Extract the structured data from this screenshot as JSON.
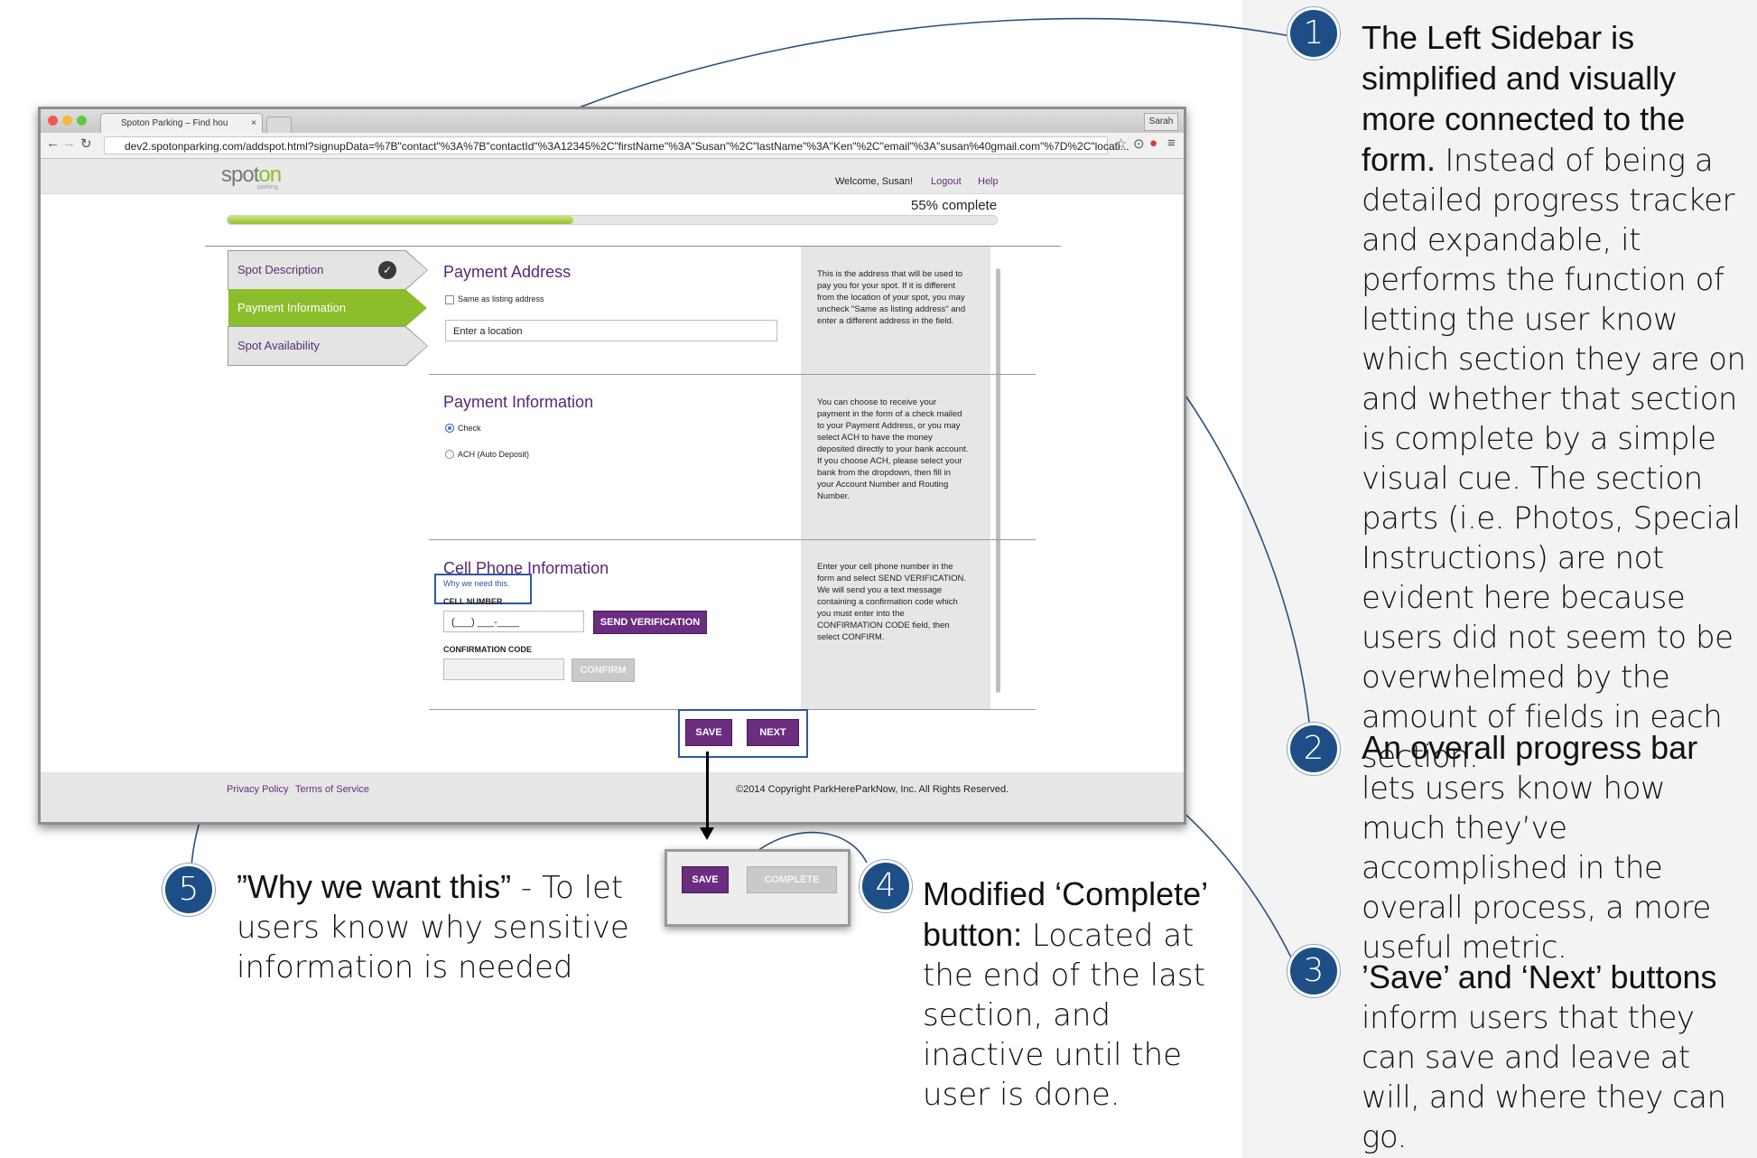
{
  "browser": {
    "tab_title": "Spoton Parking – Find hou",
    "profile": "Sarah",
    "url": "dev2.spotonparking.com/addspot.html?signupData=%7B\"contact\"%3A%7B\"contactId\"%3A12345%2C\"firstName\"%3A\"Susan\"%2C\"lastName\"%3A\"Ken\"%2C\"email\"%3A\"susan%40gmail.com\"%7D%2C\"locati..."
  },
  "site": {
    "logo": {
      "spot": "spot",
      "on": "on",
      "sub": "parking"
    },
    "welcome": "Welcome, Susan!",
    "logout": "Logout",
    "help": "Help",
    "progress": {
      "label": "55% complete",
      "value": 0.45
    }
  },
  "sidebar": {
    "items": [
      {
        "label": "Spot Description",
        "state": "complete"
      },
      {
        "label": "Payment Information",
        "state": "active"
      },
      {
        "label": "Spot Availability",
        "state": "pending"
      }
    ]
  },
  "form": {
    "address": {
      "title": "Payment Address",
      "same_as_listing": "Same as listing address",
      "location_value": "Enter a location",
      "help": "This is the address that will be used to pay you for your spot. If it is different from the location of your spot, you may uncheck \"Same as listing address\" and enter a different address in the field."
    },
    "payment": {
      "title": "Payment Information",
      "option_check": "Check",
      "option_ach": "ACH (Auto Deposit)",
      "help": "You can choose to receive your payment in the form of a check mailed to your Payment Address, or you may select ACH to have the money deposited directly to your bank account. If you choose ACH, please select your bank from the dropdown, then fill in your Account Number and Routing Number."
    },
    "cell": {
      "title": "Cell Phone Information",
      "why_link": "Why we need this.",
      "cell_label": "CELL NUMBER",
      "cell_value": "(___) ___-____",
      "send_button": "SEND VERIFICATION",
      "confirm_label": "CONFIRMATION CODE",
      "confirm_button": "CONFIRM",
      "help": "Enter your cell phone number in the form and select SEND VERIFICATION. We will send you a text message containing a confirmation code which you must enter into the CONFIRMATION CODE field, then select CONFIRM."
    },
    "save_button": "SAVE",
    "next_button": "NEXT"
  },
  "footer": {
    "privacy": "Privacy Policy",
    "terms": "Terms of Service",
    "copyright": "©2014 Copyright ParkHereParkNow, Inc. All Rights Reserved."
  },
  "popout": {
    "save_button": "SAVE",
    "complete_button": "COMPLETE"
  },
  "annotations": {
    "n1": "1",
    "n2": "2",
    "n3": "3",
    "n4": "4",
    "n5": "5",
    "a1_bold": "The Left Sidebar is simplified and visually more connected to the form.",
    "a1_text": " Instead of being a detailed progress tracker and expandable, it performs the function of letting the user know which section they are on and whether that section is complete by a simple visual cue. The section parts (i.e. Photos, Special Instructions) are not evident here because users did not seem to be overwhelmed by the amount of fields in each section.",
    "a2_bold": "An overall progress bar",
    "a2_text": " lets users know how much they’ve accomplished in the overall process, a more useful metric.",
    "a3_bold": "’Save’ and ‘Next’ buttons",
    "a3_text": " inform users that they can save and leave at will, and where they can go.",
    "a4_bold": "Modified ‘Complete’ button:",
    "a4_text": " Located at the end of the last section, and inactive until the user is done.",
    "a5_bold": "”Why we want this”",
    "a5_text": " - To let users know why sensitive information is needed"
  },
  "colors": {
    "brand_purple": "#6b2d7f",
    "brand_green": "#8cbd2a",
    "callout_blue": "#1e4e86"
  }
}
